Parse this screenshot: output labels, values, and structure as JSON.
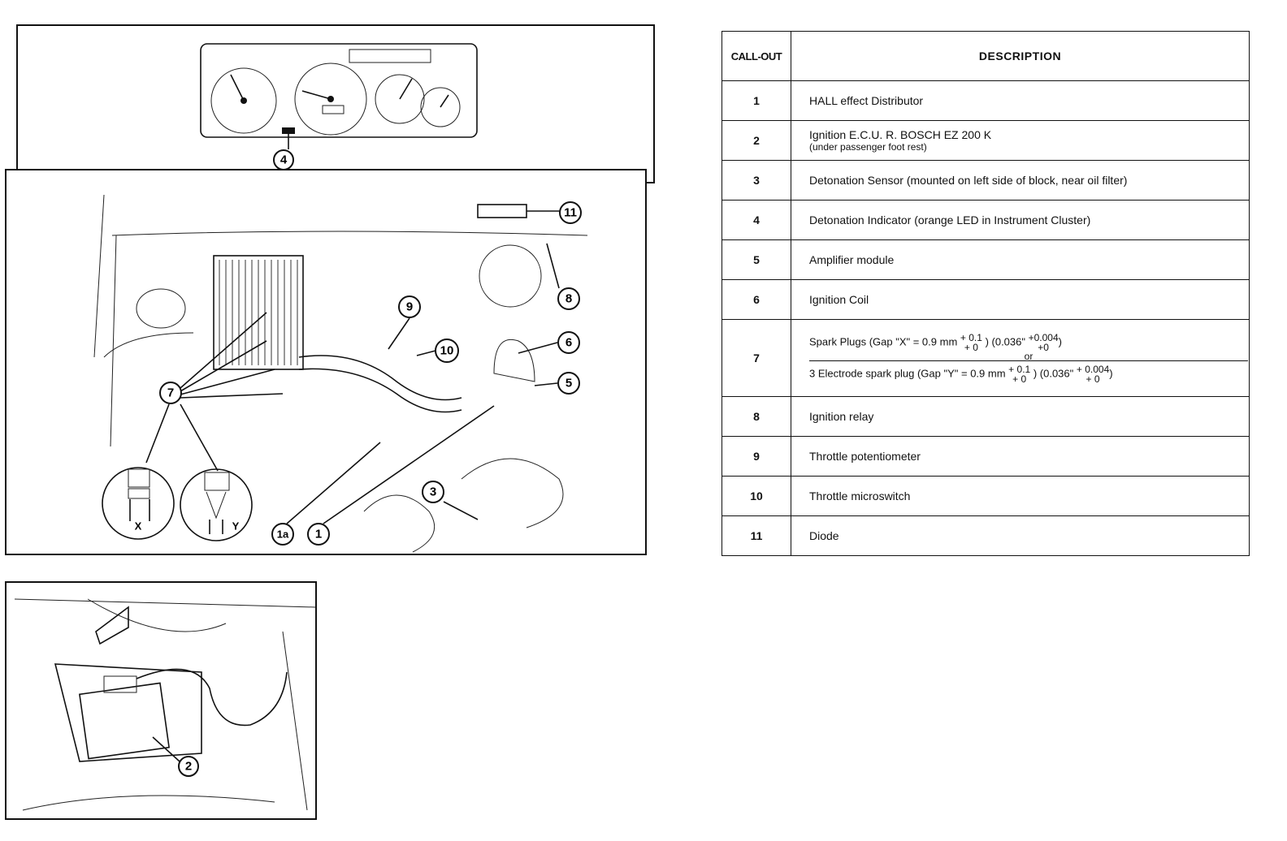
{
  "diagram": {
    "top_callout": "4",
    "engine_callouts": [
      "11",
      "8",
      "6",
      "5",
      "9",
      "10",
      "3",
      "7",
      "1a",
      "1",
      "X",
      "Y"
    ],
    "floor_callout": "2"
  },
  "table": {
    "header_callout": "CALL-OUT",
    "header_description": "DESCRIPTION",
    "rows": [
      {
        "num": "1",
        "desc": "HALL effect Distributor"
      },
      {
        "num": "2",
        "desc": "Ignition E.C.U.    R. BOSCH EZ 200 K",
        "desc2": "(under passenger foot rest)"
      },
      {
        "num": "3",
        "desc": "Detonation Sensor (mounted on left side of block, near oil filter)"
      },
      {
        "num": "4",
        "desc": "Detonation Indicator (orange LED in Instrument Cluster)"
      },
      {
        "num": "5",
        "desc": "Amplifier module"
      },
      {
        "num": "6",
        "desc": "Ignition Coil"
      },
      {
        "num": "7",
        "spark_a": "Spark Plugs (Gap \"X\" = 0.9 mm",
        "spark_a_tol": "+ 0.1",
        "spark_a_tol2": "+ 0",
        "spark_a_in": ") (0.036\"",
        "spark_a_in_tol": "+0.004",
        "spark_a_in_tol2": "+0",
        "or": "or",
        "spark_b": "3 Electrode spark plug (Gap \"Y\" = 0.9 mm",
        "spark_b_tol": "+ 0.1",
        "spark_b_tol2": "+ 0",
        "spark_b_in": ") (0.036\"",
        "spark_b_in_tol": "+ 0.004",
        "spark_b_in_tol2": "+ 0"
      },
      {
        "num": "8",
        "desc": "Ignition relay"
      },
      {
        "num": "9",
        "desc": "Throttle potentiometer"
      },
      {
        "num": "10",
        "desc": "Throttle microswitch"
      },
      {
        "num": "11",
        "desc": "Diode"
      }
    ]
  }
}
